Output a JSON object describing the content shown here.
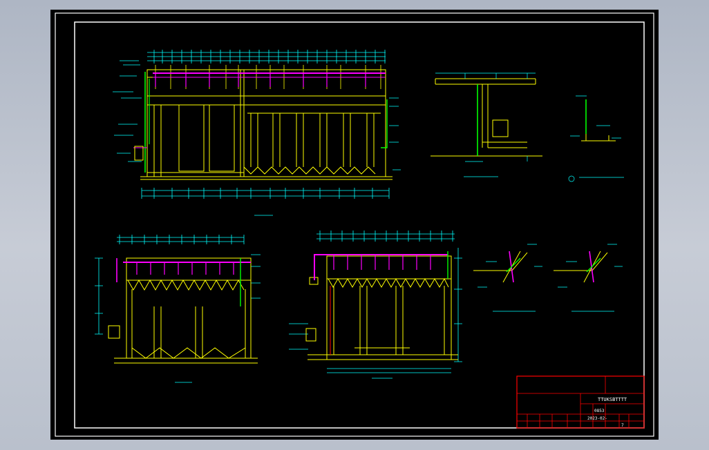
{
  "colors": {
    "background": "#000000",
    "frame": "#ffffff",
    "geometry": "#ffff00",
    "dimension": "#00ffff",
    "water_pipe": "#00ff00",
    "air_pipe": "#ff00ff",
    "title_block": "#ff0000"
  },
  "title_block": {
    "drawing_title": "TTUKSBTTTT",
    "code": "0853",
    "date": "2023-02-",
    "sheet_no": "7"
  }
}
